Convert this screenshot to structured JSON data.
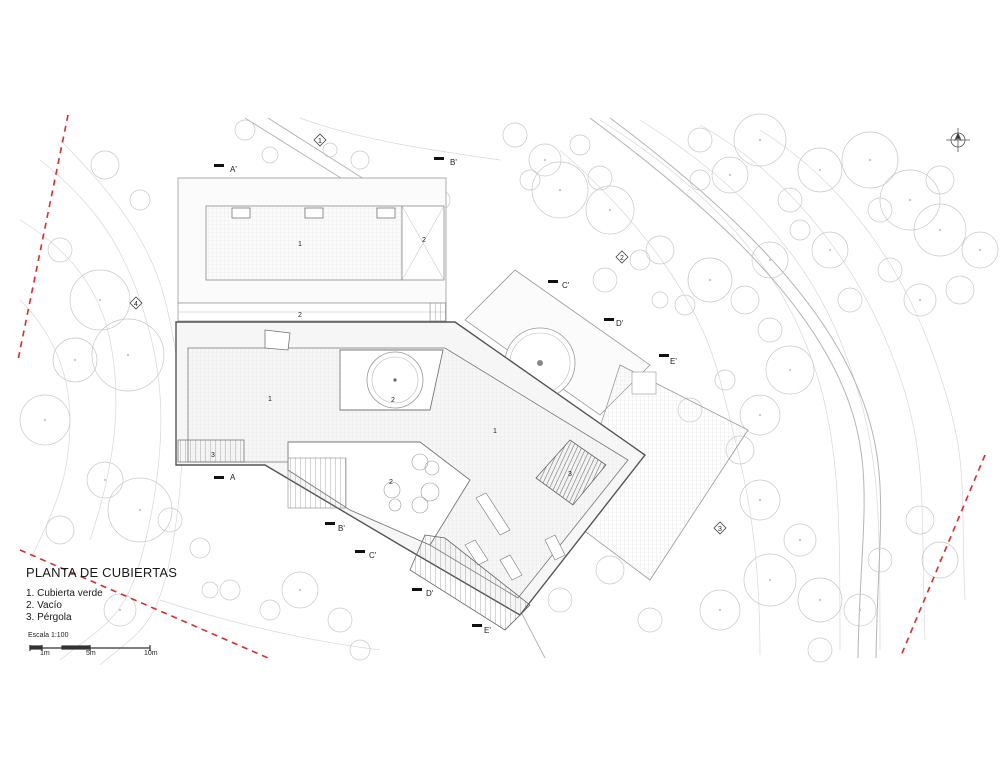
{
  "legend": {
    "title": "PLANTA DE CUBIERTAS",
    "items": [
      "1. Cubierta verde",
      "2. Vacío",
      "3. Pérgola"
    ]
  },
  "scale": {
    "label": "Escala 1:100",
    "ticks": [
      "1m",
      "5m",
      "10m"
    ]
  },
  "section_marks": [
    "A",
    "A'",
    "B'",
    "B'",
    "C'",
    "C'",
    "D'",
    "D'",
    "E'",
    "E'"
  ],
  "zone_labels": [
    "1",
    "2",
    "2",
    "1",
    "2",
    "1",
    "2",
    "3",
    "3"
  ],
  "elevation_markers": [
    "1",
    "2",
    "3",
    "4"
  ],
  "colors": {
    "lines": "#8a8a8a",
    "boundary": "#e02a2a",
    "ink": "#222222"
  }
}
